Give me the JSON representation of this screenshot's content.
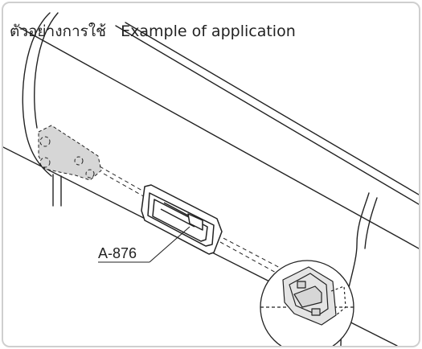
{
  "title": {
    "thai": "ตัวอย่างการใช้",
    "english": "Example of application"
  },
  "callout": {
    "label": "A-876"
  },
  "colors": {
    "stroke": "#222222",
    "fill": "#d6d6d6",
    "border": "#cfcfcf"
  }
}
